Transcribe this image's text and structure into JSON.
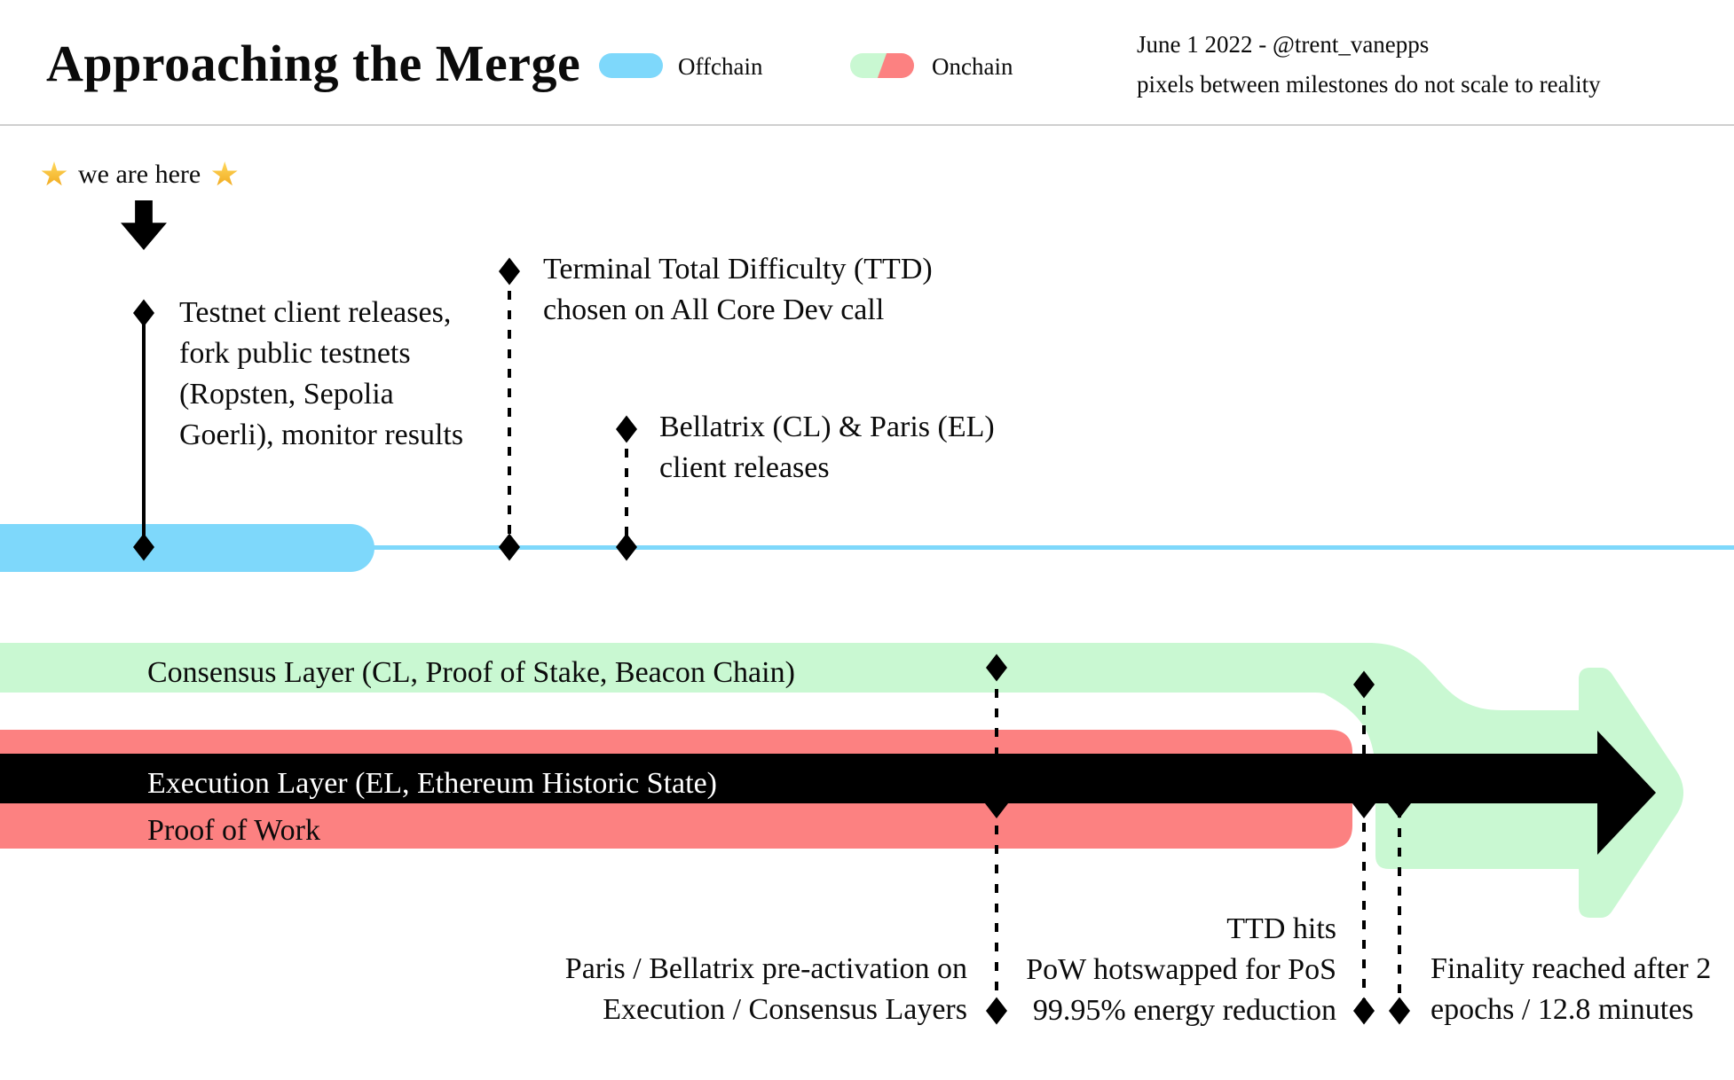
{
  "header": {
    "title": "Approaching the Merge",
    "legend": [
      {
        "label": "Offchain"
      },
      {
        "label": "Onchain"
      }
    ],
    "credit_line1": "June 1 2022 - @trent_vanepps",
    "credit_line2": "pixels between milestones do not scale to reality"
  },
  "colors": {
    "offchain_blue": "#7ed8fb",
    "onchain_green": "#c9f8d2",
    "onchain_red": "#fc8181",
    "divider_gray": "#cfcfcf",
    "star_gold": "#f0a71b"
  },
  "icons": {
    "star": "star shape",
    "down_arrow": "solid black down arrow",
    "diamond": "solid black diamond milestone marker"
  },
  "here_marker": {
    "label": "we are here"
  },
  "milestones_top": [
    {
      "id": "testnet-releases",
      "lines": [
        "Testnet client releases,",
        "fork public testnets",
        "(Ropsten, Sepolia",
        "Goerli), monitor results"
      ]
    },
    {
      "id": "ttd-chosen",
      "lines": [
        "Terminal Total Difficulty (TTD)",
        "chosen on All Core Dev call"
      ]
    },
    {
      "id": "bellatrix-paris-releases",
      "lines": [
        "Bellatrix (CL) & Paris (EL)",
        "client releases"
      ]
    }
  ],
  "bands": {
    "consensus_label": "Consensus Layer (CL, Proof of Stake, Beacon Chain)",
    "execution_label": "Execution Layer (EL, Ethereum Historic State)",
    "pow_label": "Proof of Work"
  },
  "milestones_bottom": [
    {
      "id": "pre-activation",
      "lines": [
        "Paris / Bellatrix pre-activation on",
        "Execution / Consensus Layers"
      ]
    },
    {
      "id": "ttd-hits",
      "lines": [
        "TTD hits",
        "PoW hotswapped for PoS",
        "99.95% energy reduction"
      ]
    },
    {
      "id": "finality",
      "lines": [
        "Finality reached after 2",
        "epochs / 12.8 minutes"
      ]
    }
  ]
}
